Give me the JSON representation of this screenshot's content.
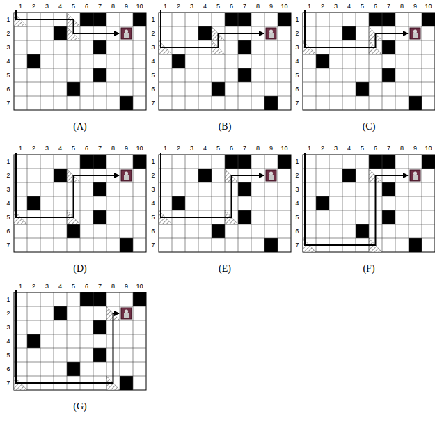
{
  "diagram": {
    "labels": [
      "1",
      "2",
      "3",
      "4",
      "5",
      "6",
      "7",
      "8",
      "9",
      "10",
      "1",
      "2",
      "3",
      "4",
      "5",
      "6",
      "7",
      "(A)",
      "1",
      "2",
      "3",
      "4",
      "5",
      "6",
      "7",
      "8",
      "9",
      "10",
      "1",
      "2",
      "3",
      "4",
      "5",
      "6",
      "7",
      "(B)",
      "1",
      "2",
      "3",
      "4",
      "5",
      "6",
      "7",
      "8",
      "9",
      "10",
      "1",
      "2",
      "3",
      "4",
      "5",
      "6",
      "7",
      "(C)",
      "1",
      "2",
      "3",
      "4",
      "5",
      "6",
      "7",
      "8",
      "9",
      "10",
      "1",
      "2",
      "3",
      "4",
      "5",
      "6",
      "7",
      "(D)",
      "1",
      "2",
      "3",
      "4",
      "5",
      "6",
      "7",
      "8",
      "9",
      "10",
      "1",
      "2",
      "3",
      "4",
      "5",
      "6",
      "7",
      "(E)",
      "1",
      "2",
      "3",
      "4",
      "5",
      "6",
      "7",
      "8",
      "9",
      "10",
      "1",
      "2",
      "3",
      "4",
      "5",
      "6",
      "7",
      "(F)",
      "1",
      "2",
      "3",
      "4",
      "5",
      "6",
      "7",
      "8",
      "9",
      "10",
      "1",
      "2",
      "3",
      "4",
      "5",
      "6",
      "7",
      "(G)"
    ]
  }
}
